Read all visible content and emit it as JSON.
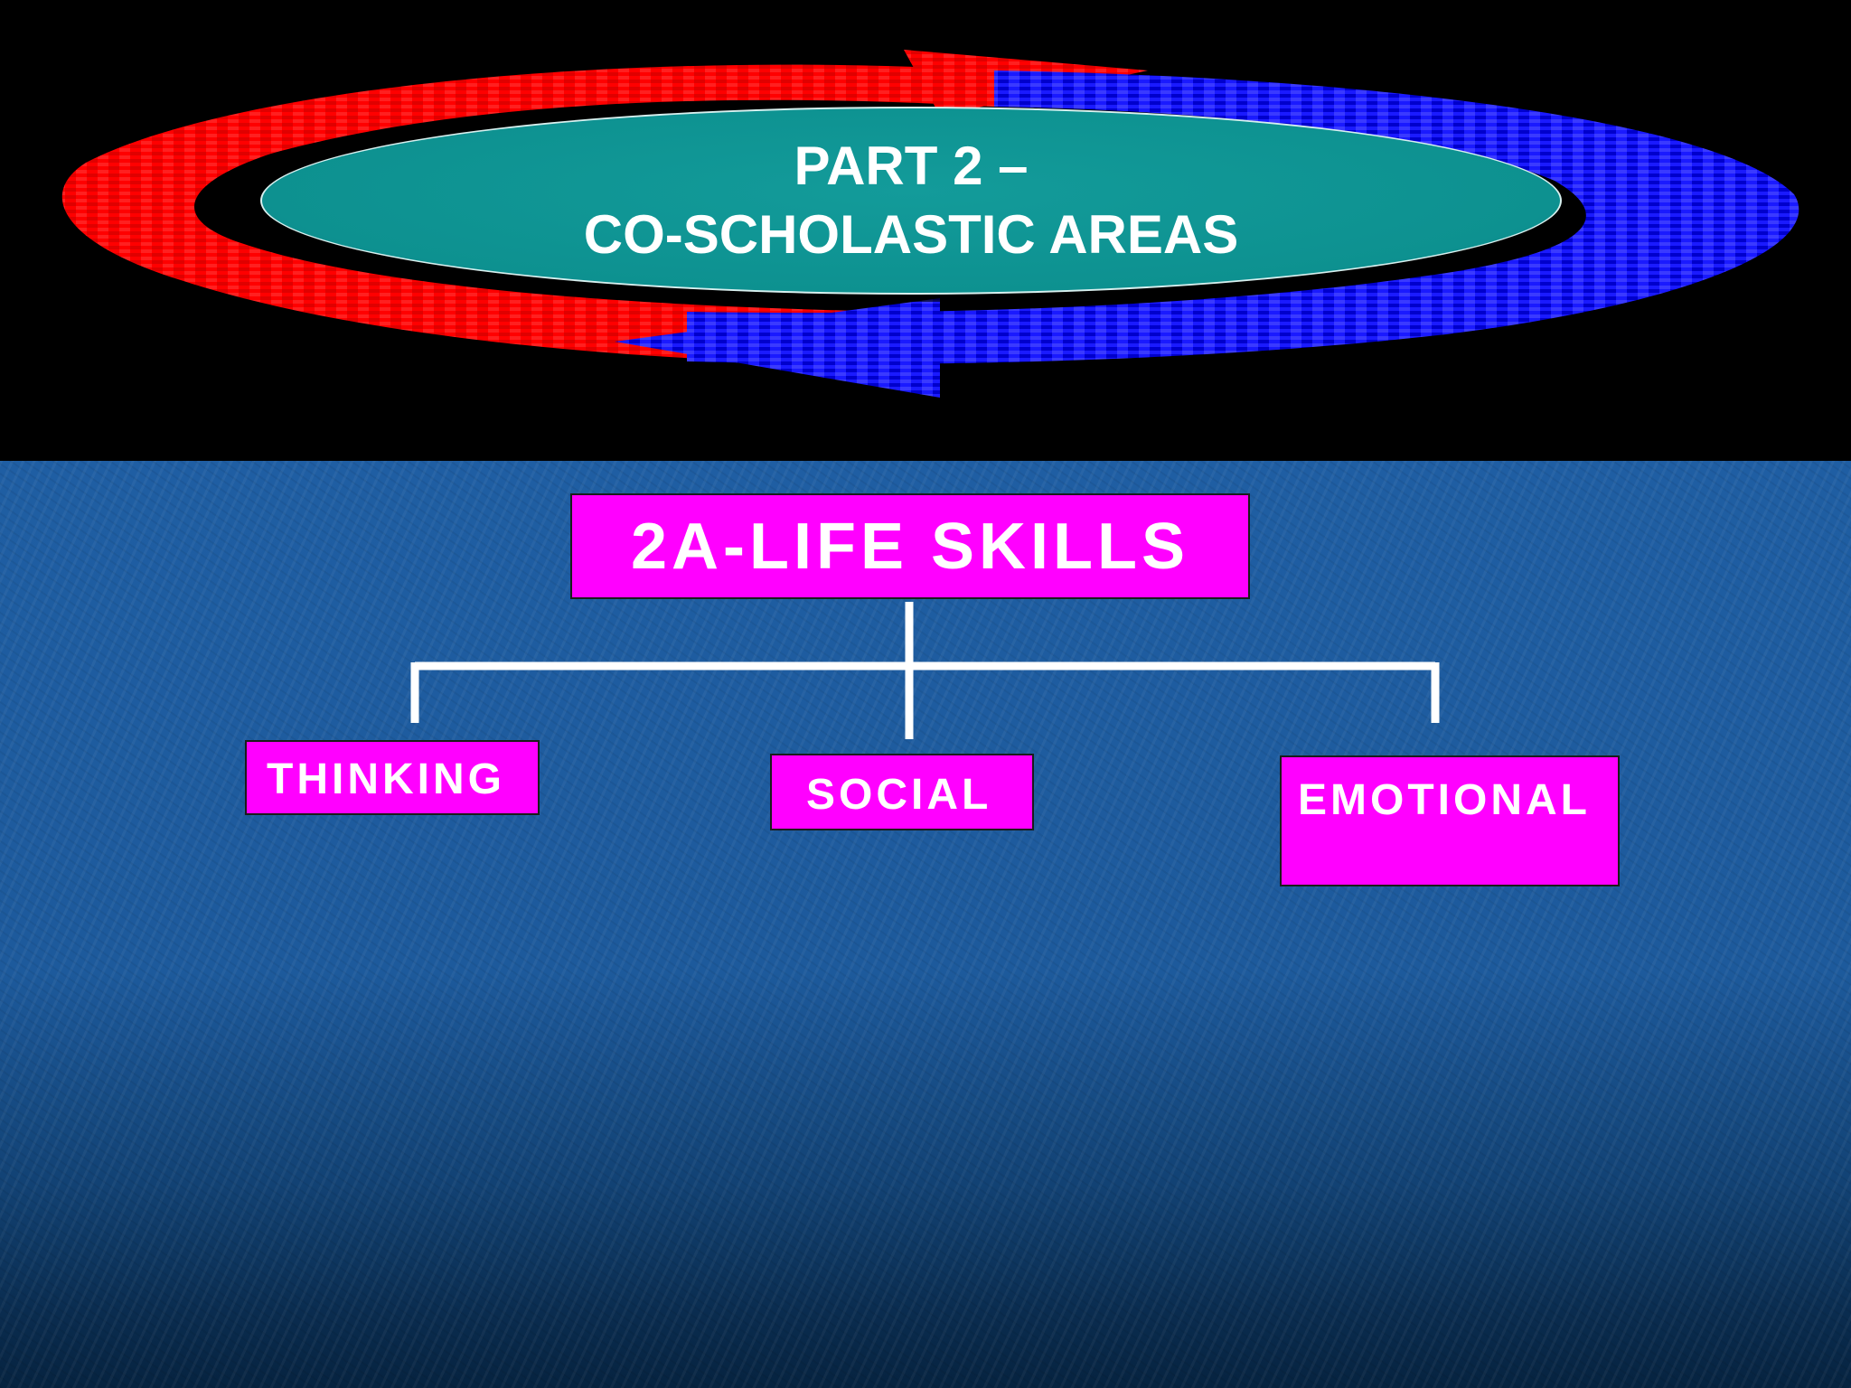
{
  "title": {
    "line1": "PART 2 –",
    "line2": "CO-SCHOLASTIC AREAS"
  },
  "diagram": {
    "root": "2A-LIFE SKILLS",
    "children": [
      "THINKING",
      "SOCIAL",
      "EMOTIONAL"
    ]
  },
  "colors": {
    "node_fill": "#ff00ff",
    "title_oval": "#0d9190",
    "ring_red": "#ff0000",
    "ring_blue": "#1a1aff",
    "background": "#1f5ea3"
  }
}
